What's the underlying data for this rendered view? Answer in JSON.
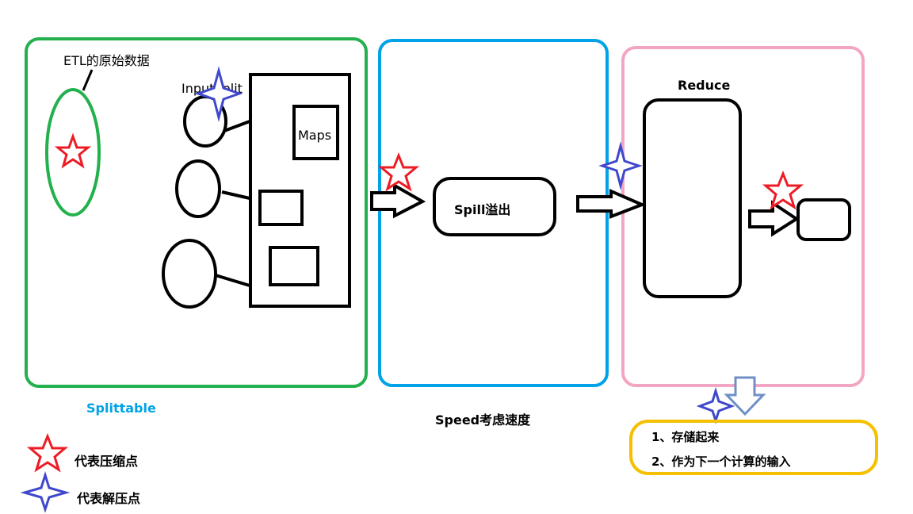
{
  "labels": {
    "etl": "ETL的原始数据",
    "input_split": "InputSplit",
    "maps": "Maps",
    "spill": "Spill溢出",
    "reduce": "Reduce",
    "splittable": "Splittable",
    "speed": "Speed考虑速度",
    "output_note_1": "1、存储起来",
    "output_note_2": "2、作为下一个计算的输入"
  },
  "legend": {
    "compress": "代表压缩点",
    "decompress": "代表解压点"
  },
  "colors": {
    "map_box": "#22b14c",
    "spill_box": "#00a2e8",
    "reduce_box": "#f3a6c4",
    "output_box": "#f5c000",
    "compress_star": "#ed1c24",
    "decompress_star": "#3f48cc",
    "splittable_text": "#00a2e8",
    "down_arrow": "#6f8fc6"
  },
  "icons": {
    "compress": "red-five-point-star-icon",
    "decompress": "blue-four-point-star-icon"
  }
}
